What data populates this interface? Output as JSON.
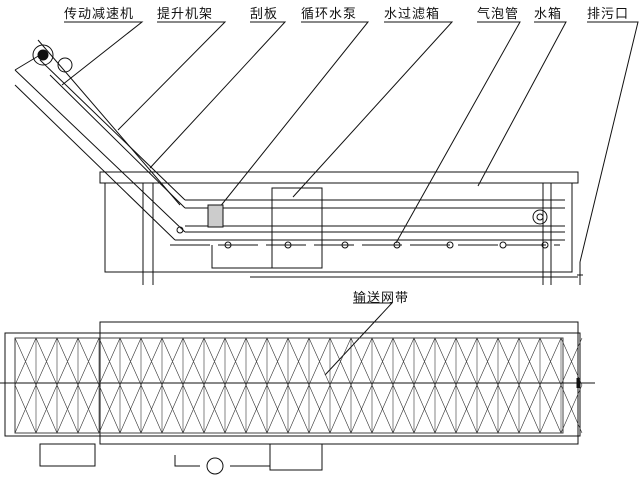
{
  "labels": {
    "reducer": "传动减速机",
    "lift_frame": "提升机架",
    "scraper": "刮板",
    "pump": "循环水泵",
    "filter_box": "水过滤箱",
    "bubble_pipe": "气泡管",
    "water_tank": "水箱",
    "drain": "排污口",
    "mesh_belt": "输送网带"
  }
}
